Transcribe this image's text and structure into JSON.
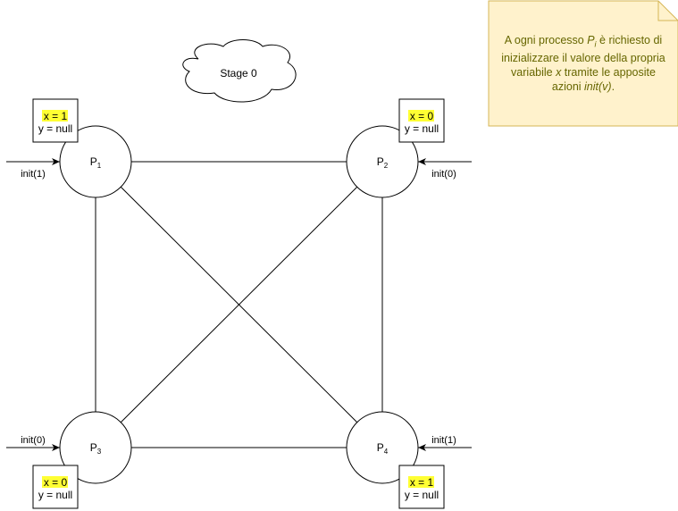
{
  "stage_label": "Stage 0",
  "note": {
    "line1_pre": "A ogni processo ",
    "line1_var": "P",
    "line1_sub": "i",
    "line1_post": " è richiesto di",
    "line2": "inizializzare il valore della propria",
    "line3_pre": "variabile ",
    "line3_var": "x",
    "line3_post": " tramite le apposite",
    "line4_pre": "azioni ",
    "line4_fn": "init(v)",
    "line4_post": "."
  },
  "processes": [
    {
      "id": "p1",
      "name": "P",
      "sub": "1",
      "x_text": "x = 1",
      "y_text": "y = null",
      "action": "init(1)"
    },
    {
      "id": "p2",
      "name": "P",
      "sub": "2",
      "x_text": "x = 0",
      "y_text": "y = null",
      "action": "init(0)"
    },
    {
      "id": "p3",
      "name": "P",
      "sub": "3",
      "x_text": "x = 0",
      "y_text": "y = null",
      "action": "init(0)"
    },
    {
      "id": "p4",
      "name": "P",
      "sub": "4",
      "x_text": "x = 1",
      "y_text": "y = null",
      "action": "init(1)"
    }
  ],
  "colors": {
    "highlight": "#ffff33",
    "note_fill": "#fff2cc",
    "note_stroke": "#d6b656",
    "note_text": "#666600"
  }
}
